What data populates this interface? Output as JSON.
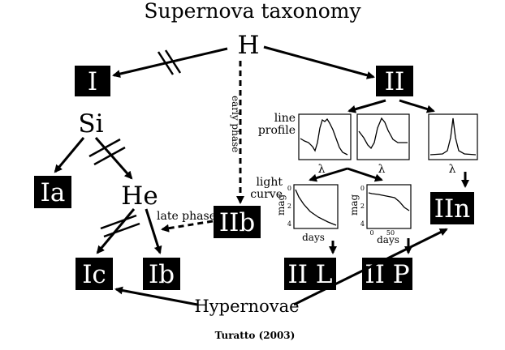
{
  "title": "Supernova taxonomy",
  "nodes": {
    "H": "H",
    "Si": "Si",
    "He": "He",
    "hypernovae": "Hypernovae"
  },
  "types": {
    "I": "I",
    "II": "II",
    "Ia": "Ia",
    "Ib": "Ib",
    "Ic": "Ic",
    "IIb": "IIb",
    "IIn": "IIn",
    "IIL": "II L",
    "IIP": "II P"
  },
  "edge_labels": {
    "early_phase": "early phase",
    "late_phase": "late phase",
    "line_profile_1": "line",
    "line_profile_2": "profile",
    "light_curve_1": "light",
    "light_curve_2": "curve"
  },
  "plot_labels": {
    "lambda": "λ",
    "mag": "mag",
    "days": "days",
    "mag_ticks": [
      "0",
      "2",
      "4"
    ],
    "days_ticks": [
      "0",
      "50"
    ]
  },
  "credit": "Turatto (2003)"
}
